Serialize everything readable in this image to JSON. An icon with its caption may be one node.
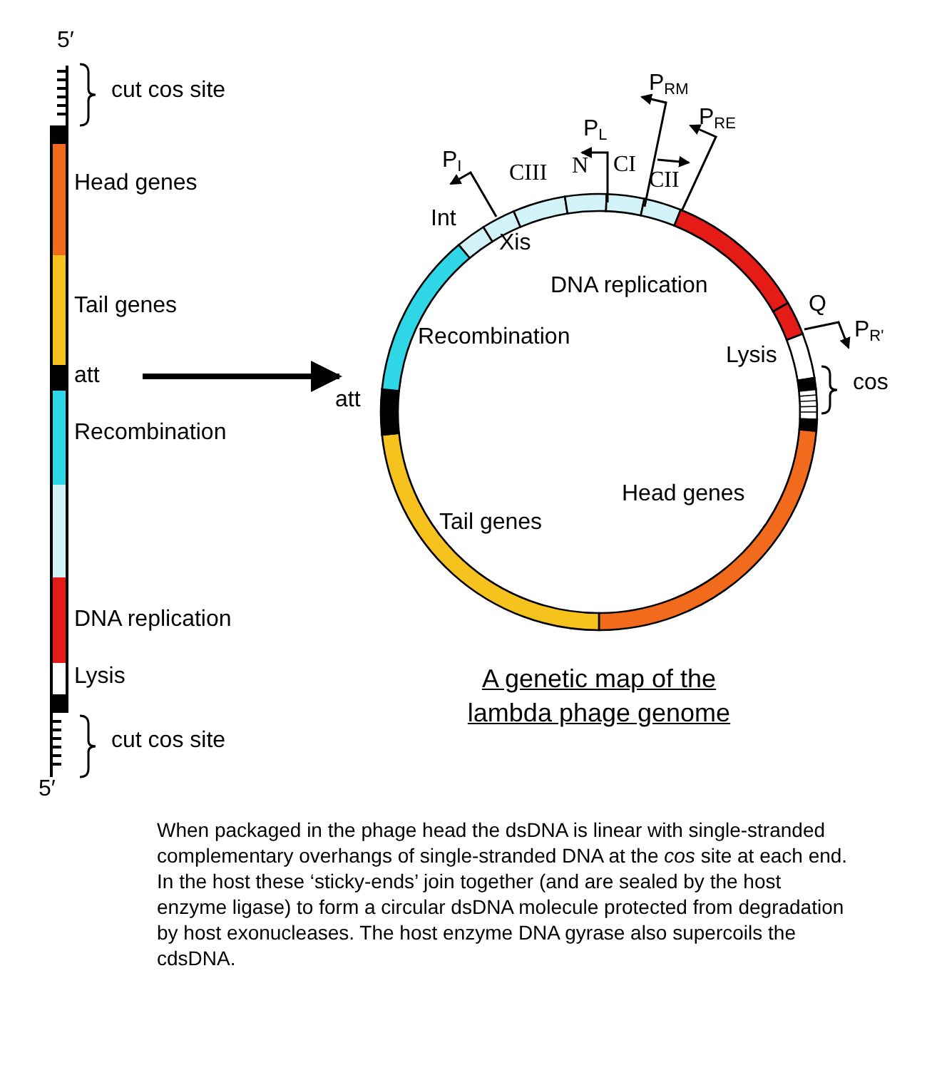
{
  "diagram": {
    "title": "A genetic map of the lambda phage genome",
    "caption": "When packaged in the phage head the dsDNA is linear with single-stranded complementary overhangs of single-stranded DNA at the *cos* site at each end. In the host these ‘sticky-ends’ join together (and are sealed by the host enzyme ligase) to form a circular dsDNA molecule protected from degradation by host exonucleases. The host enzyme DNA gyrase also supercoils the cdsDNA.",
    "nodes": [
      {
        "text": [],
        "shape": "bar"
      },
      {
        "text": [],
        "shape": "circle"
      }
    ],
    "edges": [
      {
        "from": null,
        "to": 1,
        "arrow": "to"
      }
    ],
    "labels": [
      "5′",
      "cut cos site",
      "Head genes",
      "Tail genes",
      "att",
      "Recombination",
      "DNA replication",
      "Lysis",
      "cut cos site",
      "5′",
      "P$_{I}$",
      "CIII",
      "N",
      "P$_{L}$",
      "CI",
      "P$_{RM}$",
      "CII",
      "P$_{RE}$",
      "Int",
      "Xis",
      "DNA replication",
      "Q",
      "P$_{R'}$",
      "Recombination",
      "Lysis",
      "cos",
      "att",
      "Head genes",
      "Tail genes"
    ]
  }
}
